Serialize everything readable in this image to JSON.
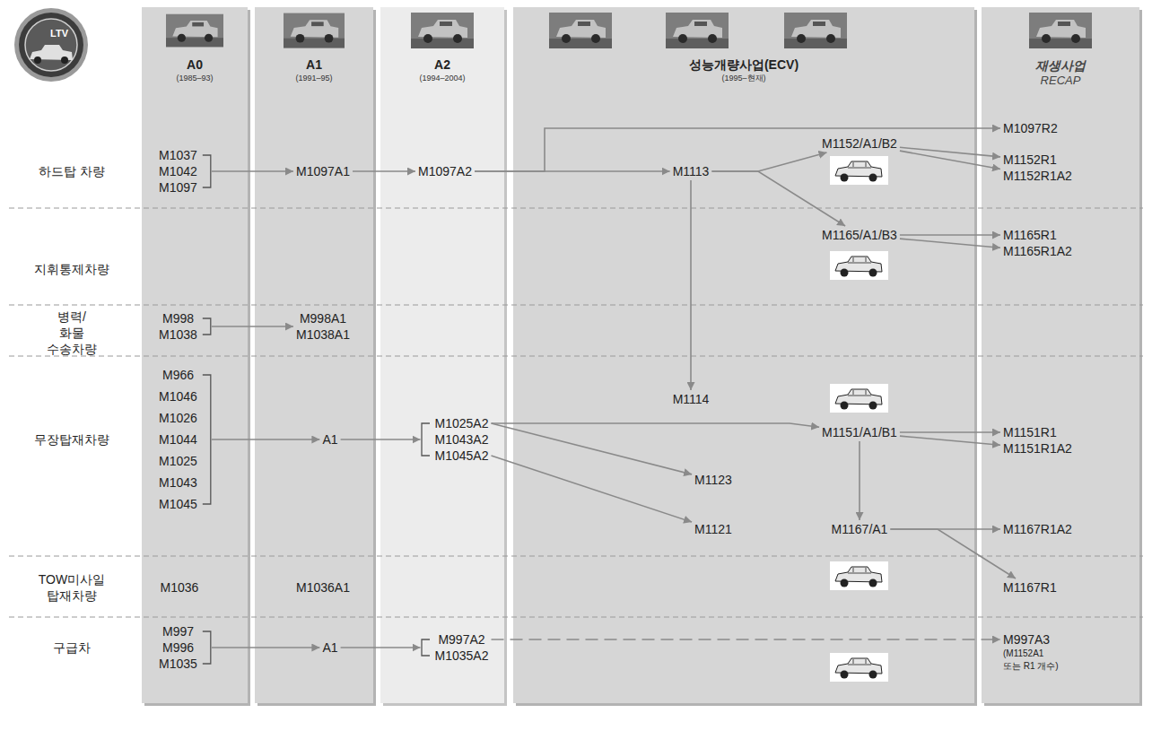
{
  "diagram": {
    "nodes": [
      {
        "text": [
          "A0",
          "(1985–93)"
        ]
      },
      {
        "text": [
          "A1",
          "(1991–95)"
        ]
      },
      {
        "text": [
          "A2",
          "(1994–2004)"
        ]
      },
      {
        "text": [
          "성능개량사업(ECV)",
          "(1995–현재)"
        ]
      },
      {
        "text": [
          "재생사업",
          "RECAP"
        ]
      },
      {
        "text": [
          "M1037 M1042 M1097"
        ],
        "in": 0
      },
      {
        "text": [
          "M1097A1"
        ],
        "in": 1
      },
      {
        "text": [
          "M1097A2"
        ],
        "in": 2
      },
      {
        "text": [
          "M1113"
        ],
        "in": 3
      },
      {
        "text": [
          "M1152/A1/B2"
        ],
        "in": 3
      },
      {
        "text": [
          "M1097R2"
        ],
        "in": 4
      },
      {
        "text": [
          "M1152R1"
        ],
        "in": 4
      },
      {
        "text": [
          "M1152R1A2"
        ],
        "in": 4
      },
      {
        "text": [
          "M1165/A1/B3"
        ],
        "in": 3
      },
      {
        "text": [
          "M1165R1"
        ],
        "in": 4
      },
      {
        "text": [
          "M1165R1A2"
        ],
        "in": 4
      },
      {
        "text": [
          "M998 M1038"
        ],
        "in": 0
      },
      {
        "text": [
          "M998A1 M1038A1"
        ],
        "in": 1
      },
      {
        "text": [
          "M966 M1046 M1026 M1044 M1025 M1043 M1045"
        ],
        "in": 0
      },
      {
        "text": [
          "A1"
        ],
        "in": 1
      },
      {
        "text": [
          "M1025A2 M1043A2 M1045A2"
        ],
        "in": 2
      },
      {
        "text": [
          "M1114"
        ],
        "in": 3
      },
      {
        "text": [
          "M1151/A1/B1"
        ],
        "in": 3
      },
      {
        "text": [
          "M1123"
        ],
        "in": 3
      },
      {
        "text": [
          "M1121"
        ],
        "in": 3
      },
      {
        "text": [
          "M1167/A1"
        ],
        "in": 3
      },
      {
        "text": [
          "M1151R1"
        ],
        "in": 4
      },
      {
        "text": [
          "M1151R1A2"
        ],
        "in": 4
      },
      {
        "text": [
          "M1167R1A2"
        ],
        "in": 4
      },
      {
        "text": [
          "M1036"
        ],
        "in": 0
      },
      {
        "text": [
          "M1036A1"
        ],
        "in": 1
      },
      {
        "text": [
          "M1167R1"
        ],
        "in": 4
      },
      {
        "text": [
          "M997 M996 M1035"
        ],
        "in": 0
      },
      {
        "text": [
          "A1"
        ],
        "in": 1
      },
      {
        "text": [
          "M997A2 M1035A2"
        ],
        "in": 2
      },
      {
        "text": [
          "M997A3",
          "(M1152A1 또는 R1 개수)"
        ],
        "in": 4
      }
    ],
    "edges": [
      {
        "from": 5,
        "to": 6,
        "arrow": "to"
      },
      {
        "from": 6,
        "to": 7,
        "arrow": "to"
      },
      {
        "from": 7,
        "to": 8,
        "arrow": "to"
      },
      {
        "from": 7,
        "to": 10,
        "arrow": "to"
      },
      {
        "from": 8,
        "to": 9,
        "arrow": "to"
      },
      {
        "from": 8,
        "to": 13,
        "arrow": "to"
      },
      {
        "from": 8,
        "to": 21,
        "arrow": "to"
      },
      {
        "from": 9,
        "to": 11,
        "arrow": "to"
      },
      {
        "from": 9,
        "to": 12,
        "arrow": "to"
      },
      {
        "from": 13,
        "to": 14,
        "arrow": "to"
      },
      {
        "from": 13,
        "to": 15,
        "arrow": "to"
      },
      {
        "from": 16,
        "to": 17,
        "arrow": "to"
      },
      {
        "from": 18,
        "to": 19,
        "arrow": "to"
      },
      {
        "from": 19,
        "to": 20,
        "arrow": "to"
      },
      {
        "from": 20,
        "to": 22,
        "arrow": "to"
      },
      {
        "from": 20,
        "to": 23,
        "arrow": "to"
      },
      {
        "from": 20,
        "to": 24,
        "arrow": "to"
      },
      {
        "from": 22,
        "to": 26,
        "arrow": "to"
      },
      {
        "from": 22,
        "to": 27,
        "arrow": "to"
      },
      {
        "from": 22,
        "to": 25,
        "arrow": "to"
      },
      {
        "from": 25,
        "to": 28,
        "arrow": "to"
      },
      {
        "from": 25,
        "to": 31,
        "arrow": "to"
      },
      {
        "from": 32,
        "to": 33,
        "arrow": "to"
      },
      {
        "from": 33,
        "to": 34,
        "arrow": "to"
      },
      {
        "from": 34,
        "to": 35,
        "arrow": "to"
      }
    ],
    "labels": [
      "LTV",
      "하드탑 차량",
      "지휘통제차량",
      "병력/화물 수송차량",
      "무장탑재차량",
      "TOW미사일 탑재차량",
      "구급차"
    ]
  }
}
